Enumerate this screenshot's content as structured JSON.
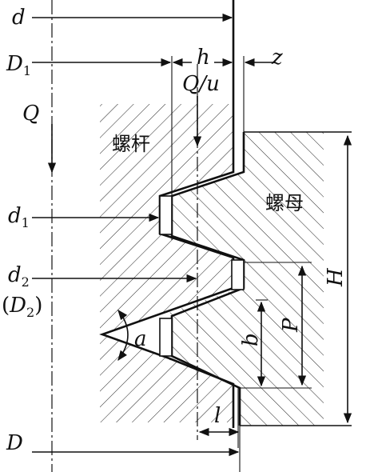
{
  "labels": {
    "d": "d",
    "D1_main": "D",
    "D1_sub": "1",
    "h": "h",
    "Qu": "Q/u",
    "z": "z",
    "Q": "Q",
    "screw": "螺杆",
    "nut": "螺母",
    "d1_main": "d",
    "d1_sub": "1",
    "d2_main": "d",
    "d2_sub": "2",
    "D2_open": "(",
    "D2_main": "D",
    "D2_sub": "2",
    "D2_close": ")",
    "H": "H",
    "P": "P",
    "b": "b",
    "a": "a",
    "l": "l",
    "D": "D"
  }
}
